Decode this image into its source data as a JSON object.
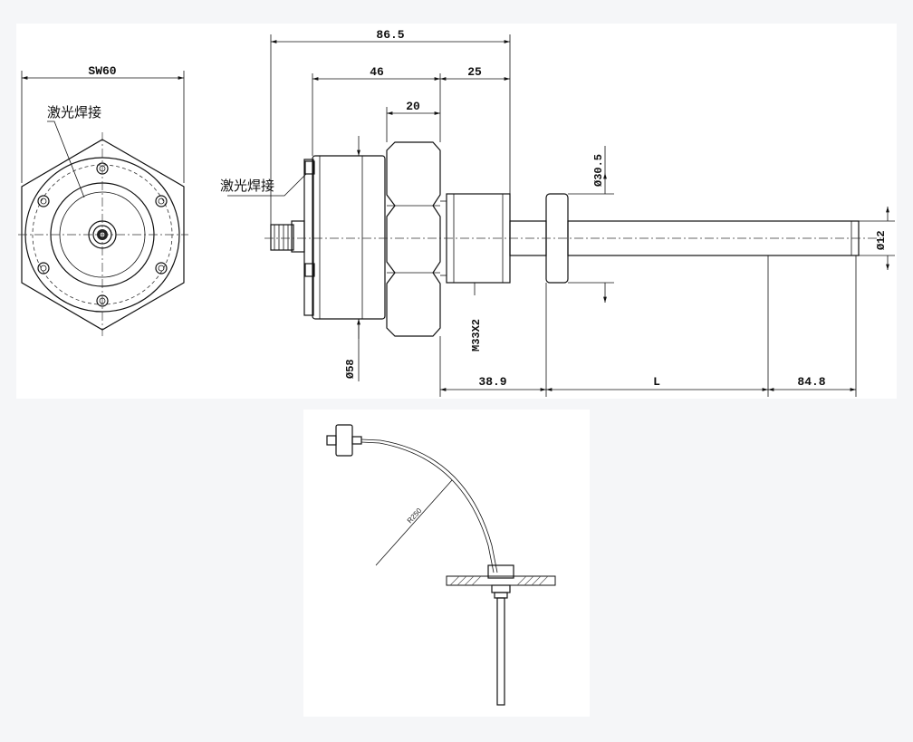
{
  "drawing": {
    "front_view": {
      "hex_size_label": "SW60",
      "weld_label": "激光焊接"
    },
    "side_view": {
      "weld_label": "激光焊接",
      "dims": {
        "overall": "86.5",
        "body": "46",
        "thread_len": "25",
        "hex_width": "20",
        "flange_dia": "Ø30.5",
        "probe_dia": "Ø12",
        "body_dia": "Ø58",
        "thread_spec": "M33X2",
        "offset": "38.9",
        "length_var": "L",
        "tip_len": "84.8"
      }
    },
    "install_view": {
      "bend_radius": "R250"
    }
  }
}
